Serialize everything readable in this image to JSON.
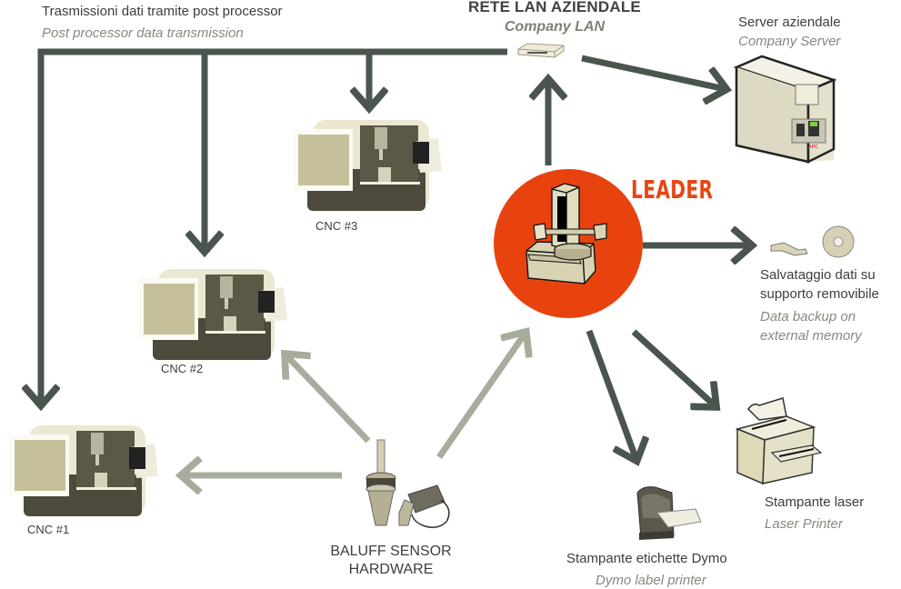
{
  "post_processor": {
    "title": "Trasmissioni dati tramite post processor",
    "subtitle": "Post processor data transmission"
  },
  "lan": {
    "title": "RETE LAN AZIENDALE",
    "subtitle": "Company LAN"
  },
  "server": {
    "title": "Server aziendale",
    "subtitle": "Company Server",
    "brand": "APC"
  },
  "leader": {
    "title": "LEADER",
    "color": "#e8430f"
  },
  "backup": {
    "title_line1": "Salvataggio dati su",
    "title_line2": "supporto removibile",
    "subtitle_line1": "Data backup on",
    "subtitle_line2": "external memory"
  },
  "laser_printer": {
    "title": "Stampante laser",
    "subtitle": "Laser Printer"
  },
  "dymo_printer": {
    "title": "Stampante etichette Dymo",
    "subtitle": "Dymo label printer"
  },
  "sensor": {
    "title_line1": "BALUFF SENSOR",
    "title_line2": "HARDWARE"
  },
  "cnc_machines": [
    {
      "label": "CNC #1"
    },
    {
      "label": "CNC #2"
    },
    {
      "label": "CNC #3"
    }
  ],
  "colors": {
    "dark_arrow": "#4a554d",
    "light_arrow": "#a7ad9c",
    "leader_red": "#e8430f"
  }
}
